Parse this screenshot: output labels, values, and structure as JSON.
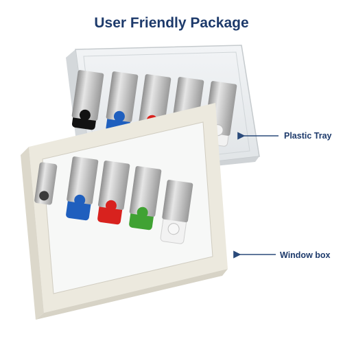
{
  "title": "User Friendly Package",
  "labels": {
    "tray": "Plastic Tray",
    "box": "Window box"
  },
  "drives": [
    {
      "name": "black-drive",
      "color": "#121212"
    },
    {
      "name": "blue-drive",
      "color": "#1f5fbe"
    },
    {
      "name": "red-drive",
      "color": "#d8221e"
    },
    {
      "name": "green-drive",
      "color": "#40a233"
    },
    {
      "name": "white-drive",
      "color": "#f2f2f2"
    }
  ],
  "colors": {
    "title": "#1d3a6b",
    "arrow": "#2a4a7a"
  }
}
